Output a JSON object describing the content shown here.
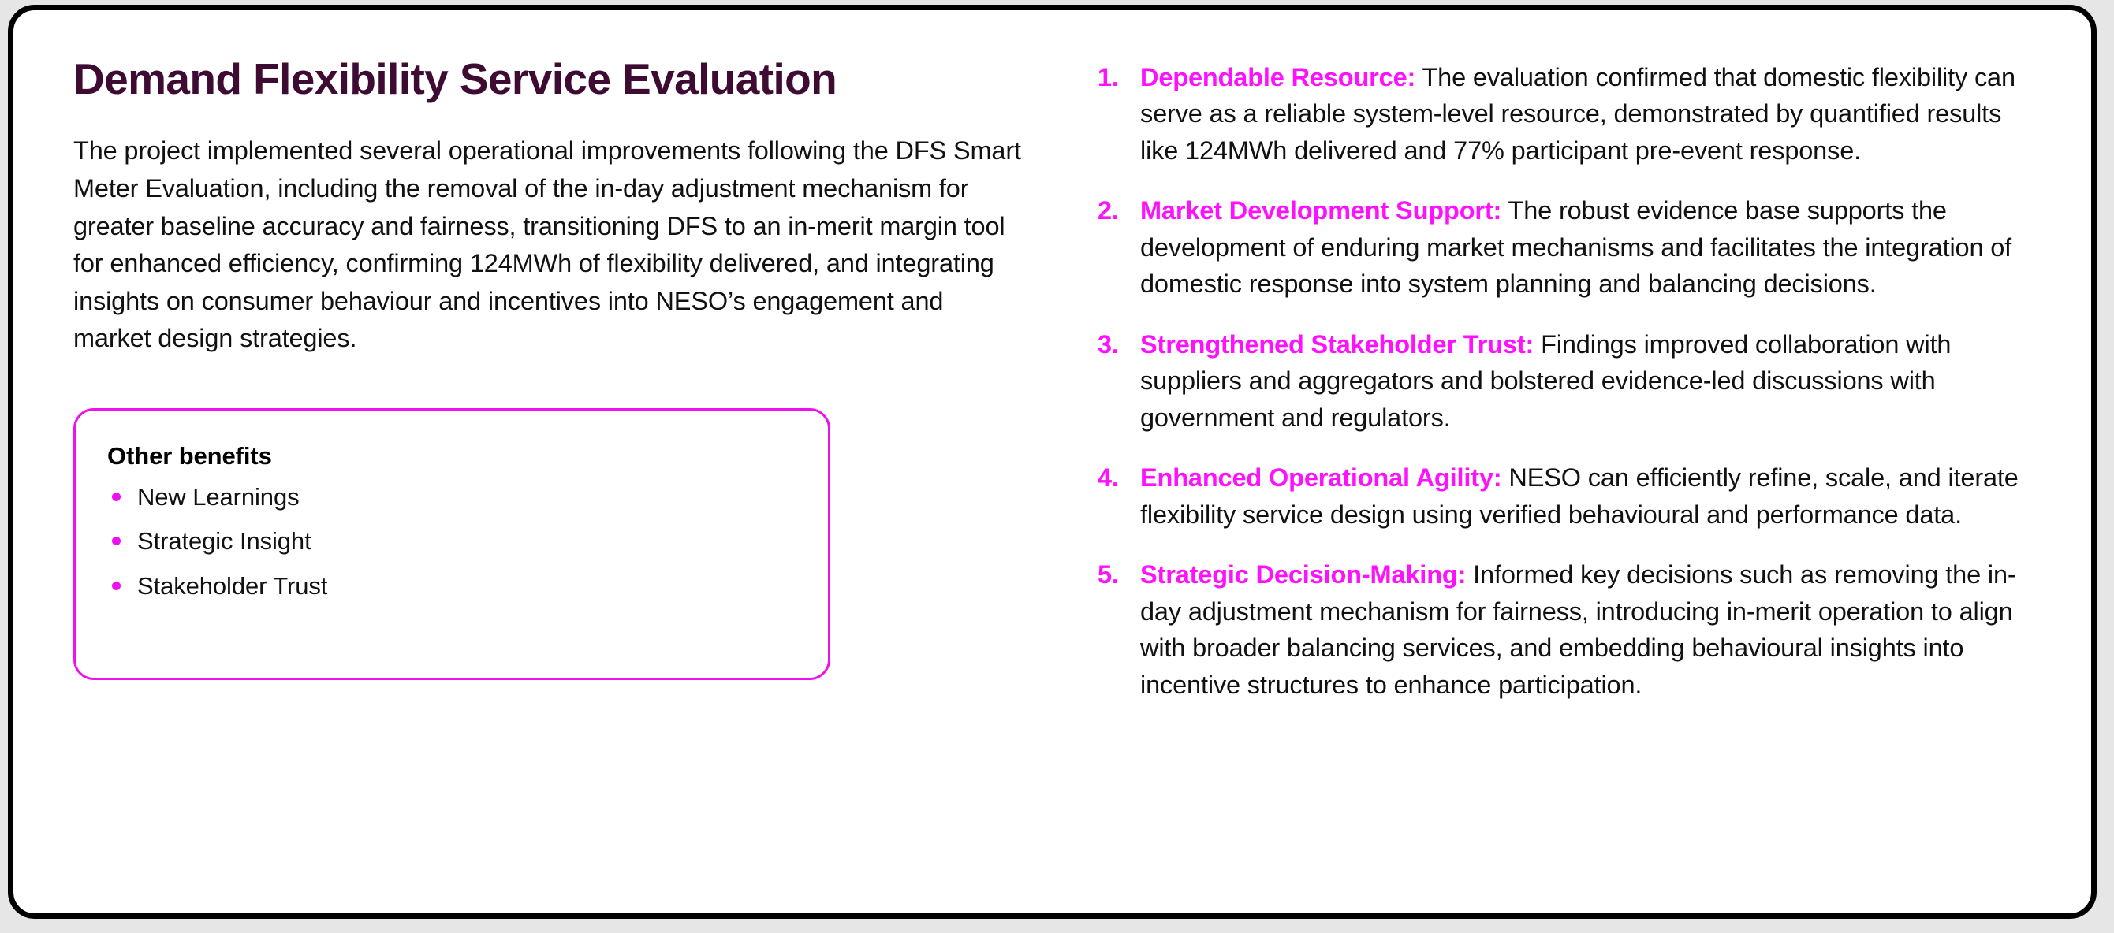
{
  "slide": {
    "title": "Demand Flexibility Service Evaluation",
    "intro_paragraph": "The project implemented several operational improvements following the DFS Smart Meter Evaluation, including the removal of the in-day adjustment mechanism for greater baseline accuracy and fairness, transitioning DFS to an in-merit margin tool for enhanced efficiency, confirming 124MWh of flexibility delivered, and integrating insights on consumer behaviour and incentives into NESO’s engagement and market design strategies."
  },
  "benefits_card": {
    "title": "Other benefits",
    "items": [
      {
        "label": "New Learnings"
      },
      {
        "label": "Strategic Insight"
      },
      {
        "label": "Stakeholder Trust"
      }
    ]
  },
  "findings": {
    "items": [
      {
        "number": "1.",
        "label": "Dependable Resource:",
        "text": " The evaluation confirmed that domestic flexibility can serve as a reliable system-level resource, demonstrated by quantified results like 124MWh delivered and 77% participant pre-event response."
      },
      {
        "number": "2.",
        "label": "Market Development Support:",
        "text": " The robust evidence base supports the development of enduring market mechanisms and facilitates the integration of domestic response into system planning and balancing decisions."
      },
      {
        "number": "3.",
        "label": "Strengthened Stakeholder Trust:",
        "text": " Findings improved collaboration with suppliers and aggregators and bolstered evidence-led discussions with government and regulators."
      },
      {
        "number": "4.",
        "label": "Enhanced Operational Agility:",
        "text": " NESO can efficiently refine, scale, and iterate flexibility service design using verified behavioural and performance data."
      },
      {
        "number": "5.",
        "label": "Strategic Decision-Making:",
        "text": " Informed key decisions such as removing the in-day adjustment mechanism for fairness, introducing in-merit operation to align with broader balancing services, and embedding behavioural insights into incentive structures to enhance participation."
      }
    ]
  },
  "colors": {
    "title_purple": "#3E0B33",
    "accent_magenta": "#ff11ff",
    "card_border": "#ee11ee",
    "frame_black": "#000000",
    "body_text": "#111111",
    "canvas_white": "#ffffff",
    "page_background": "#e6e6e6"
  }
}
